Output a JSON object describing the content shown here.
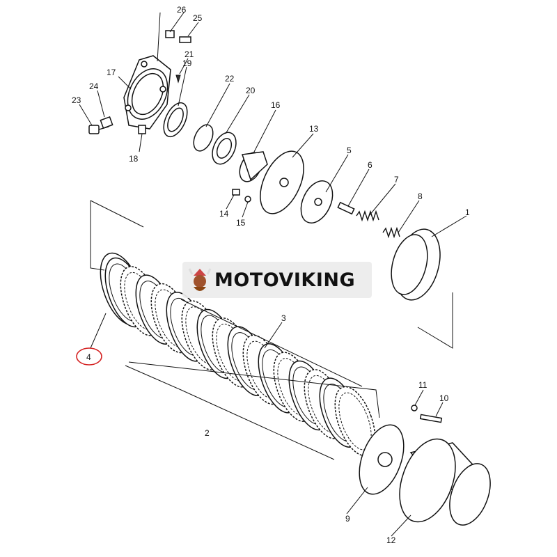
{
  "diagram": {
    "title": "Clutch assembly exploded view",
    "callouts": {
      "p1": "1",
      "p2": "2",
      "p3": "3",
      "p4": "4",
      "p5": "5",
      "p6": "6",
      "p7": "7",
      "p8": "8",
      "p9": "9",
      "p10": "10",
      "p11": "11",
      "p12": "12",
      "p13": "13",
      "p14": "14",
      "p15": "15",
      "p16": "16",
      "p17": "17",
      "p18": "18",
      "p19": "19",
      "p20": "20",
      "p21": "21",
      "p22": "22",
      "p23": "23",
      "p24": "24",
      "p25": "25",
      "p26": "26"
    },
    "highlighted_callout": "4",
    "highlight_color": "#d42020"
  },
  "watermark": {
    "text": "MOTOVIKING"
  }
}
